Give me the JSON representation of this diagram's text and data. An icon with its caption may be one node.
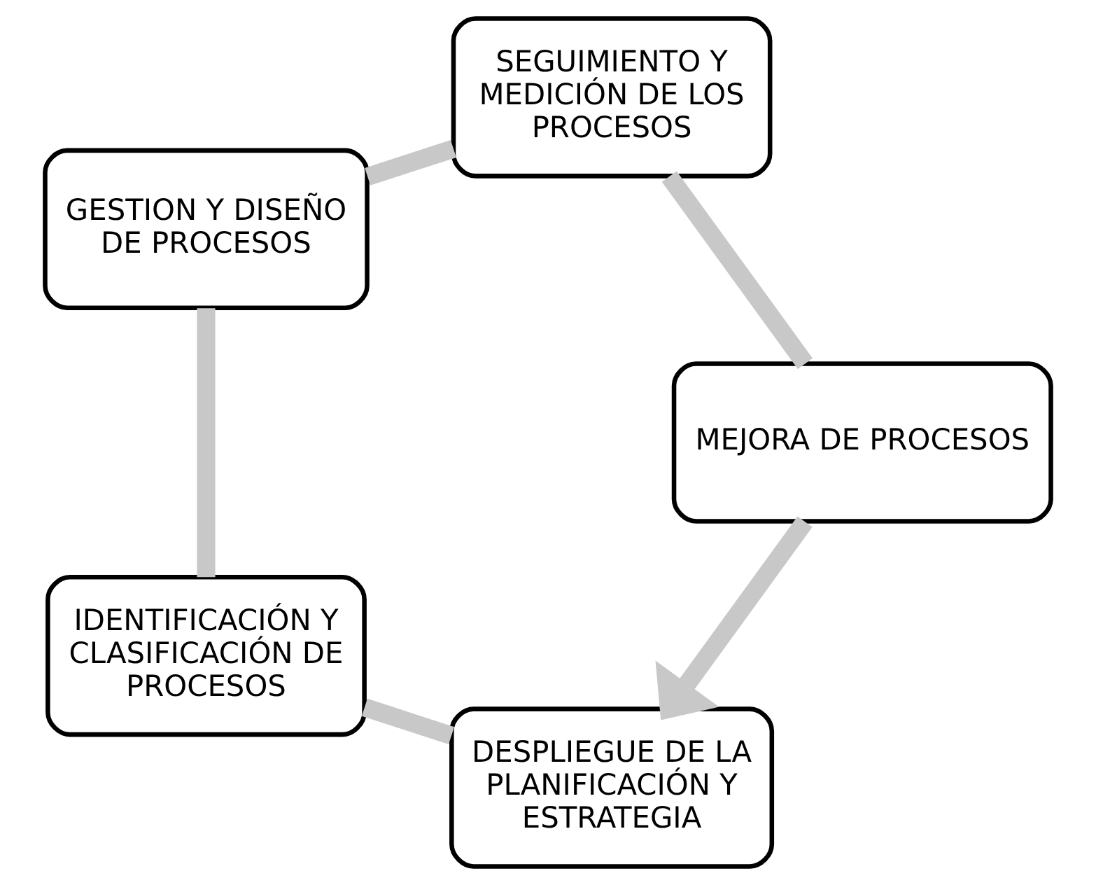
{
  "diagram": {
    "nodes": [
      {
        "text": [
          "DESPLIEGUE DE LA PLANIFICACIÓN Y ESTRATEGIA"
        ]
      },
      {
        "text": [
          "IDENTIFICACIÓN Y CLASIFICACIÓN DE PROCESOS"
        ]
      },
      {
        "text": [
          "GESTION Y DISEÑO DE PROCESOS"
        ]
      },
      {
        "text": [
          "SEGUIMIENTO Y MEDICIÓN DE LOS PROCESOS"
        ]
      },
      {
        "text": [
          "MEJORA DE PROCESOS"
        ]
      }
    ],
    "edges": [
      {
        "from": 0,
        "to": 1,
        "arrow": "none"
      },
      {
        "from": 1,
        "to": 2,
        "arrow": "none"
      },
      {
        "from": 2,
        "to": 3,
        "arrow": "none"
      },
      {
        "from": 3,
        "to": 4,
        "arrow": "none"
      },
      {
        "from": 4,
        "to": 0,
        "arrow": "to"
      }
    ]
  }
}
